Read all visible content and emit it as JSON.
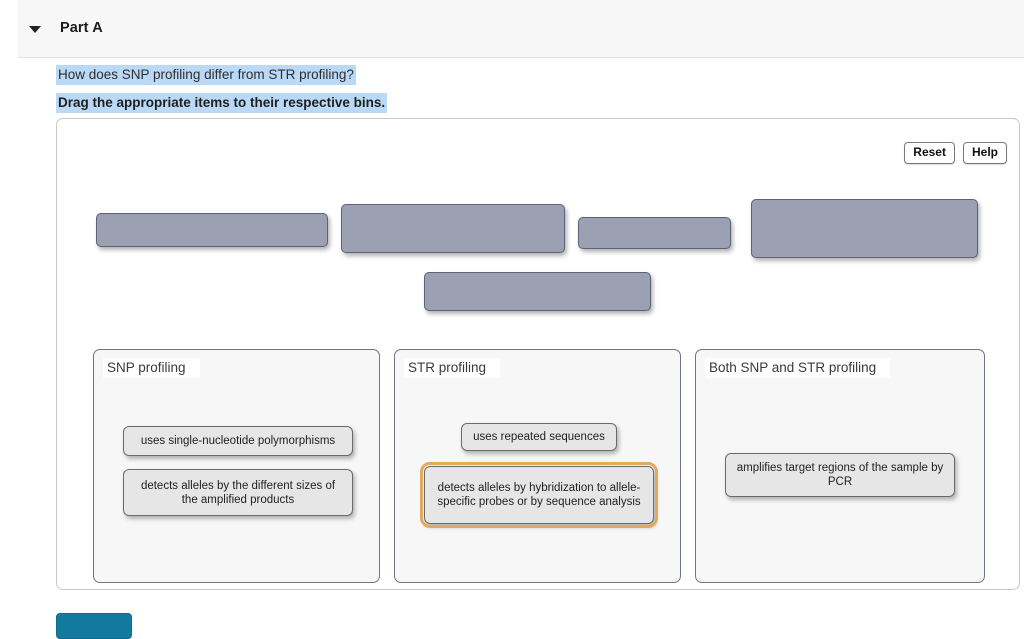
{
  "header": {
    "toggle_icon": "caret-down-icon",
    "title": "Part A"
  },
  "question": {
    "prompt": "How does SNP profiling differ from STR profiling?",
    "instruction": "Drag the appropriate items to their respective bins."
  },
  "toolbar": {
    "reset_label": "Reset",
    "help_label": "Help"
  },
  "source_slots": [
    {
      "id": "slot-1",
      "label": ""
    },
    {
      "id": "slot-2",
      "label": ""
    },
    {
      "id": "slot-3",
      "label": ""
    },
    {
      "id": "slot-4",
      "label": ""
    },
    {
      "id": "slot-5",
      "label": ""
    }
  ],
  "bins": [
    {
      "label": "SNP profiling",
      "items": [
        "uses single-nucleotide polymorphisms",
        "detects alleles by the different sizes of the amplified products"
      ]
    },
    {
      "label": "STR profiling",
      "items": [
        "uses repeated sequences",
        "detects alleles by hybridization to allele-specific probes or by sequence analysis"
      ]
    },
    {
      "label": "Both SNP and STR profiling",
      "items": [
        "amplifies target regions of the sample by PCR"
      ]
    }
  ],
  "colors": {
    "slot_fill": "#9ba0b2",
    "card_fill": "#e6e6e6",
    "selection_highlight": "#b9d9f7",
    "selected_card_outline": "#e2aa5c",
    "submit_button": "#127a9e"
  },
  "submit": {
    "label": ""
  }
}
